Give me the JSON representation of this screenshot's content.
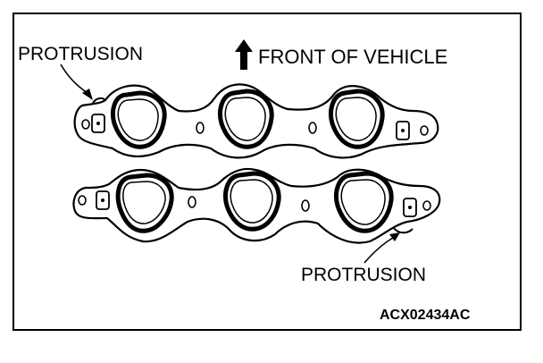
{
  "labels": {
    "protrusion_top": "PROTRUSION",
    "protrusion_bottom": "PROTRUSION",
    "front_of_vehicle": "FRONT OF VEHICLE",
    "figure_code": "ACX02434AC"
  },
  "icons": {
    "direction": "up-arrow-icon"
  },
  "colors": {
    "line": "#000000",
    "background": "#ffffff"
  }
}
